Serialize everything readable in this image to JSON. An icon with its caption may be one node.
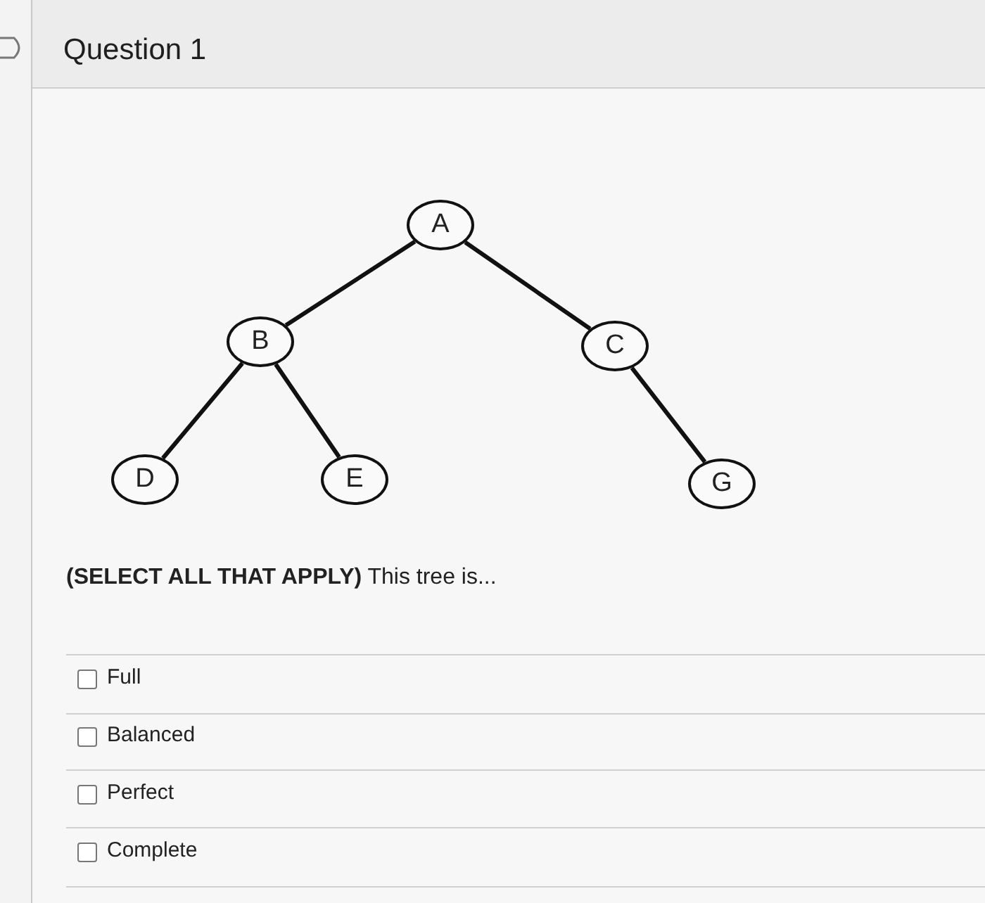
{
  "diagram": {
    "title": "Question 1",
    "nodes": [
      {
        "text": [
          "A"
        ]
      },
      {
        "text": [
          "B"
        ]
      },
      {
        "text": [
          "C"
        ]
      },
      {
        "text": [
          "D"
        ]
      },
      {
        "text": [
          "E"
        ]
      },
      {
        "text": [
          "G"
        ]
      }
    ],
    "edges": [
      {
        "from": 0,
        "to": 1,
        "arrow": "none"
      },
      {
        "from": 0,
        "to": 2,
        "arrow": "none"
      },
      {
        "from": 1,
        "to": 3,
        "arrow": "none"
      },
      {
        "from": 1,
        "to": 4,
        "arrow": "none"
      },
      {
        "from": 2,
        "to": 5,
        "arrow": "none"
      }
    ],
    "labels": [
      "**(SELECT ALL THAT APPLY)** This tree is...",
      "Full",
      "Balanced",
      "Perfect",
      "Complete"
    ]
  }
}
